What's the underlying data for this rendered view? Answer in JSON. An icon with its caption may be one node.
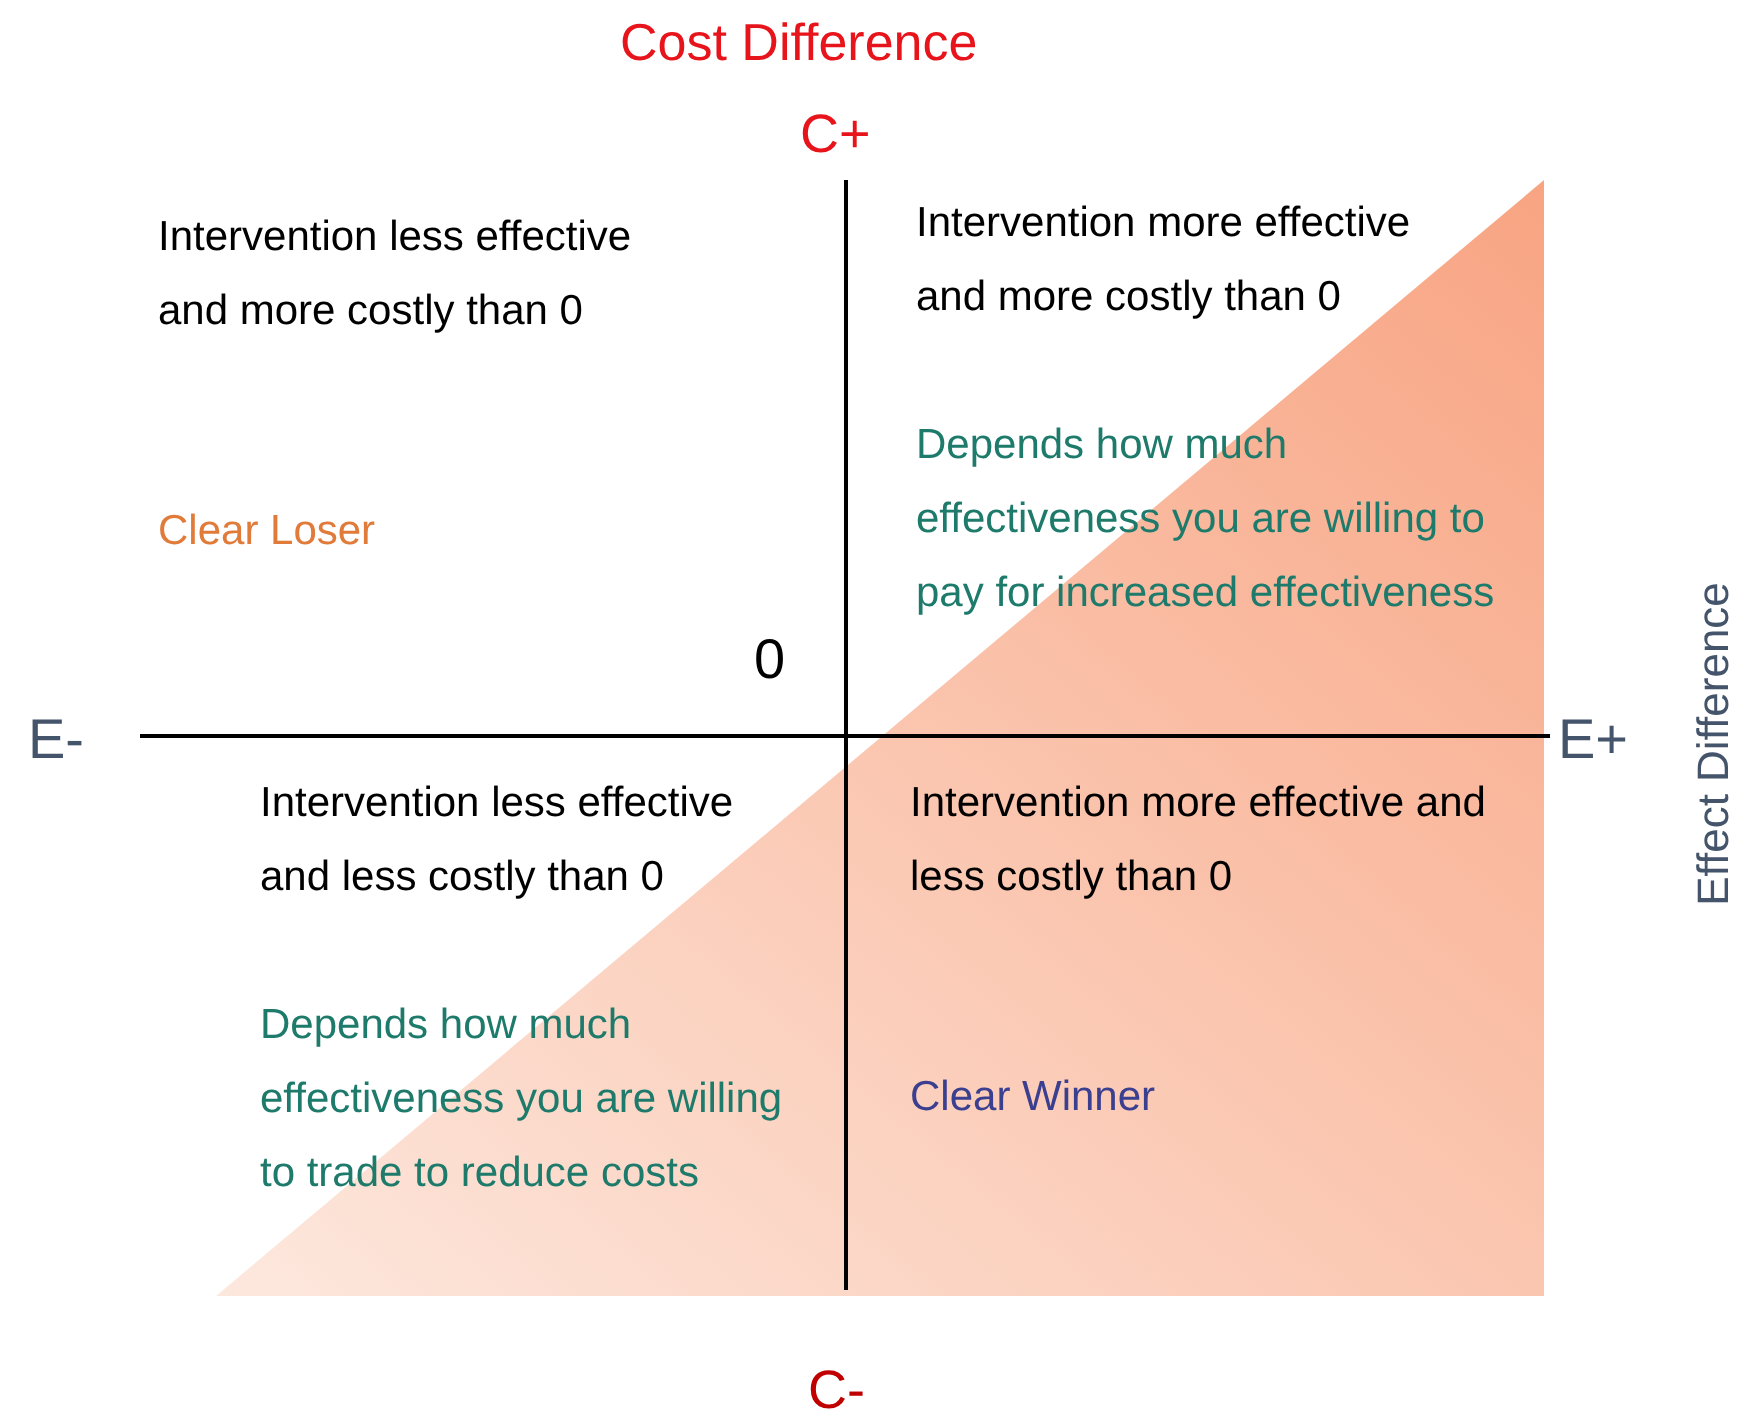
{
  "diagram": {
    "labels": [
      "Cost Difference",
      "C+",
      "Intervention less effective and more costly than 0",
      "Intervention more effective and more costly than 0",
      "Clear Loser",
      "Depends how much effectiveness you are willing to pay for increased effectiveness",
      "0",
      "E-",
      "E+",
      "Effect Difference",
      "Intervention less effective and less costly than 0",
      "Intervention more effective and less costly than 0",
      "Depends how much effectiveness you are willing to trade to reduce costs",
      "Clear Winner",
      "C-"
    ]
  }
}
